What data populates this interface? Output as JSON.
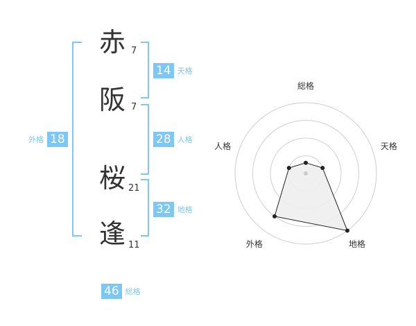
{
  "name": {
    "chars": [
      {
        "kanji": "赤",
        "strokes": "7"
      },
      {
        "kanji": "阪",
        "strokes": "7"
      },
      {
        "kanji": "桜",
        "strokes": "21"
      },
      {
        "kanji": "逢",
        "strokes": "11"
      }
    ]
  },
  "fortunes": {
    "tenkaku": {
      "value": "14",
      "label": "天格"
    },
    "jinkaku": {
      "value": "28",
      "label": "人格"
    },
    "chikaku": {
      "value": "32",
      "label": "地格"
    },
    "gaikaku": {
      "value": "18",
      "label": "外格"
    },
    "soukaku": {
      "value": "46",
      "label": "総格"
    }
  },
  "colors": {
    "accent": "#7cc7f3",
    "text": "#333333"
  },
  "chart_data": {
    "type": "radar",
    "axes": [
      "総格",
      "天格",
      "地格",
      "外格",
      "人格"
    ],
    "values": [
      0.15,
      0.25,
      1.0,
      0.75,
      0.25
    ],
    "rings": 4,
    "max": 1
  }
}
